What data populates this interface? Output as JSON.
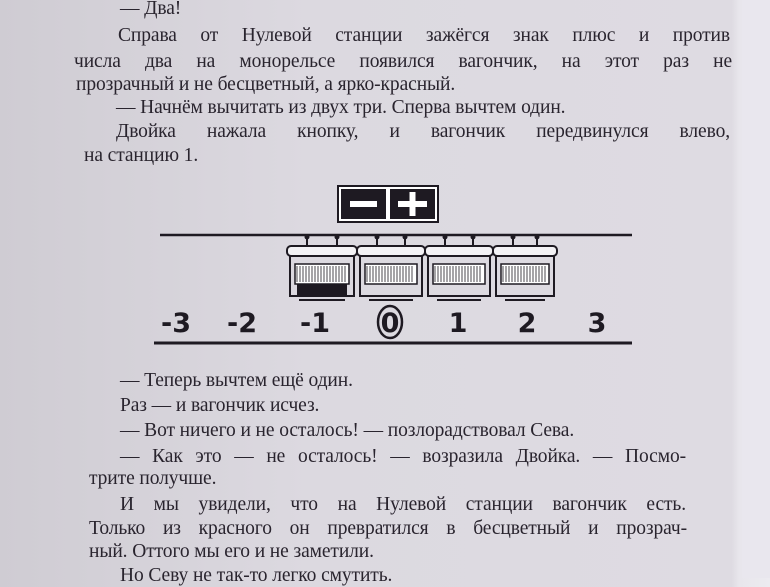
{
  "text_top": [
    "— Два!",
    "Справа от Нулевой станции зажёгся знак плюс и против",
    "числа два на монорельсе появился вагончик, на этот раз не",
    "прозрачный и не бесцветный, а ярко-красный.",
    "— Начнём вычитать из двух три. Сперва вычтем один.",
    "Двойка нажала кнопку, и вагончик передвинулся влево,",
    "на станцию 1."
  ],
  "diagram": {
    "sign_minus": "−",
    "sign_plus": "+",
    "number_labels": [
      "-3",
      "-2",
      "-1",
      "0",
      "1",
      "2",
      "3"
    ]
  },
  "text_bottom": [
    "— Теперь вычтем ещё один.",
    "Раз — и вагончик исчез.",
    "— Вот ничего и не осталось! — позлорадствовал Сева.",
    "— Как это — не осталось! — возразила Двойка. — Посмо-",
    "трите получше.",
    "И мы увидели, что на Нулевой станции вагончик есть.",
    "Только из красного он превратился в бесцветный и прозрач-",
    "ный. Оттого мы его и не заметили.",
    "Но Севу не так-то легко смутить."
  ]
}
